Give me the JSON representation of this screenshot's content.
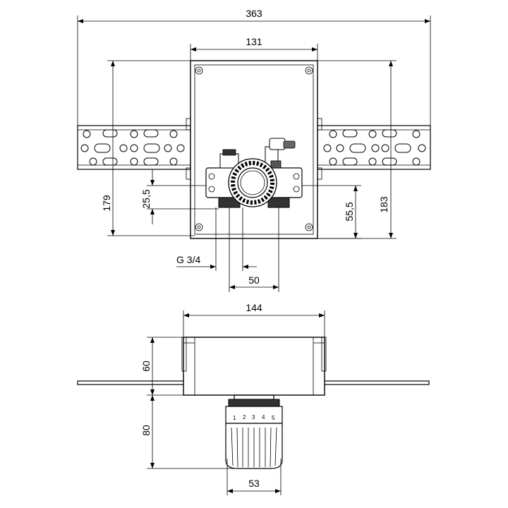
{
  "front_view": {
    "dim_overall_width": "363",
    "dim_box_width": "131",
    "dim_left_height": "179",
    "dim_right_height": "183",
    "dim_upper_offset": "25,5",
    "dim_lower_offset": "55,5",
    "dim_thread": "G 3/4",
    "dim_connection_spacing": "50"
  },
  "side_view": {
    "dim_box_depth_width": "144",
    "dim_box_depth": "60",
    "dim_knob_height": "80",
    "dim_knob_diameter": "53",
    "knob_scale": [
      "1",
      "2",
      "3",
      "4",
      "5"
    ]
  }
}
